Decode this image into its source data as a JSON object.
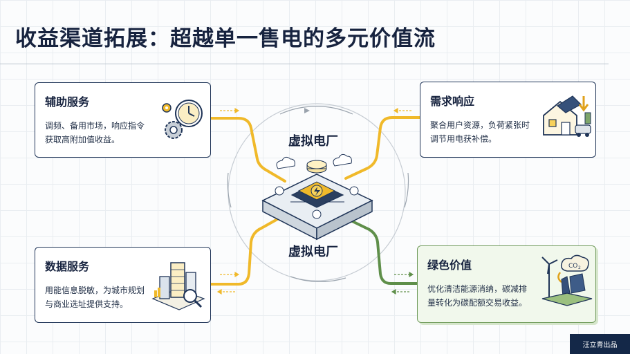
{
  "title": "收益渠道拓展：超越单一售电的多元价值流",
  "center": {
    "label_top": "虚拟电厂",
    "label_bottom": "虚拟电厂"
  },
  "cards": {
    "ancillary": {
      "title": "辅助服务",
      "desc": "调频、备用市场，响应指令获取高附加值收益。",
      "icon": "clock-gear-icon"
    },
    "demand": {
      "title": "需求响应",
      "desc": "聚合用户资源，负荷紧张时调节用电获补偿。",
      "icon": "smart-home-icon"
    },
    "data": {
      "title": "数据服务",
      "desc": "用能信息脱敏，为城市规划与商业选址提供支持。",
      "icon": "city-analytics-icon"
    },
    "green": {
      "title": "绿色价值",
      "desc": "优化清洁能源消纳，碳减排量转化为碳配额交易收益。",
      "icon": "co2-renewables-icon"
    }
  },
  "colors": {
    "gold": "#f0b92a",
    "green": "#5f8f4a",
    "navy": "#17233f"
  },
  "footer": {
    "label": "汪立青出品"
  }
}
